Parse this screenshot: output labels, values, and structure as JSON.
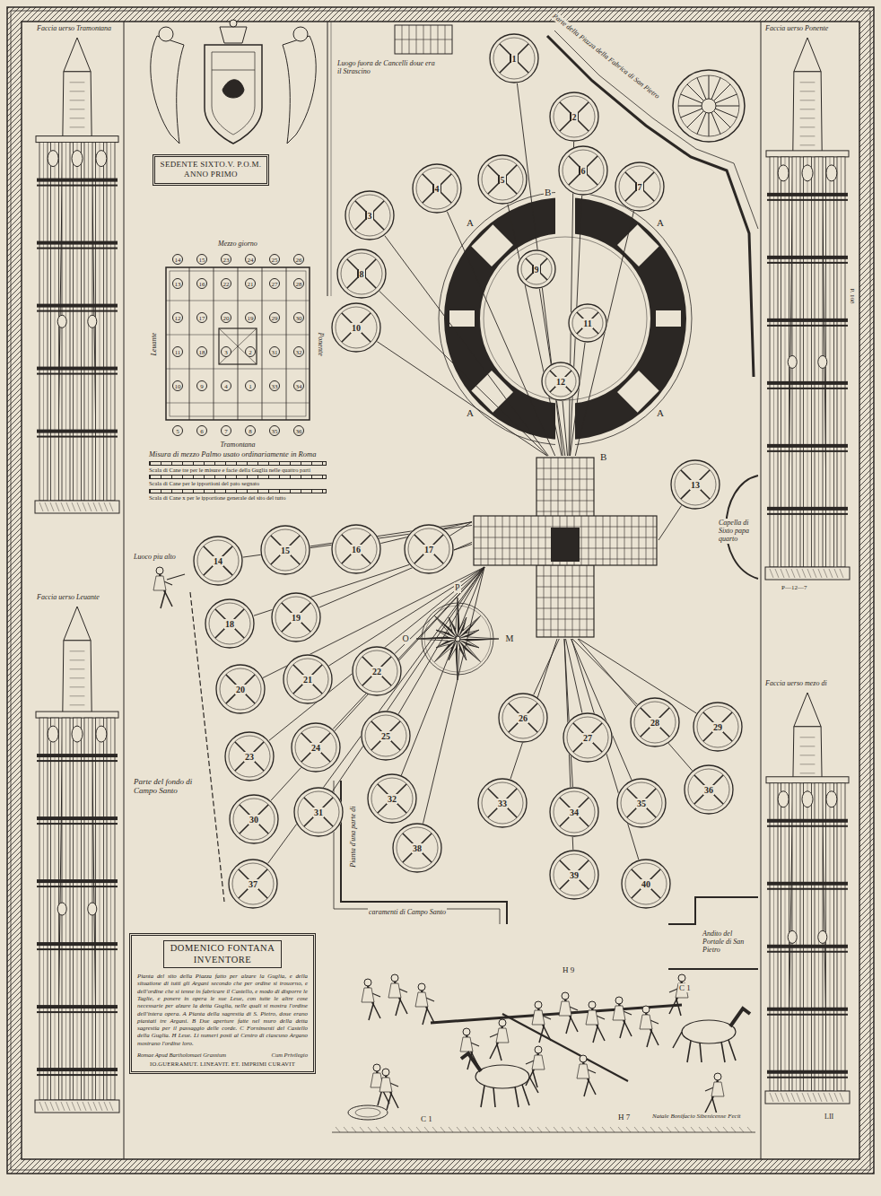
{
  "diagram": {
    "nodes": [
      {
        "text": [
          "SEDENTE SIXTO.V. P.O.M. ANNO PRIMO"
        ]
      },
      {
        "text": [
          "1"
        ]
      },
      {
        "text": [
          "2"
        ]
      },
      {
        "text": [
          "3"
        ]
      },
      {
        "text": [
          "4"
        ]
      },
      {
        "text": [
          "5"
        ]
      },
      {
        "text": [
          "6"
        ]
      },
      {
        "text": [
          "7"
        ]
      },
      {
        "text": [
          "8"
        ]
      },
      {
        "text": [
          "9"
        ]
      },
      {
        "text": [
          "10"
        ]
      },
      {
        "text": [
          "11"
        ]
      },
      {
        "text": [
          "12"
        ]
      },
      {
        "text": [
          "13"
        ]
      },
      {
        "text": [
          "14"
        ]
      },
      {
        "text": [
          "15"
        ]
      },
      {
        "text": [
          "16"
        ]
      },
      {
        "text": [
          "17"
        ]
      },
      {
        "text": [
          "18"
        ]
      },
      {
        "text": [
          "19"
        ]
      },
      {
        "text": [
          "20"
        ]
      },
      {
        "text": [
          "21"
        ]
      },
      {
        "text": [
          "22"
        ]
      },
      {
        "text": [
          "23"
        ]
      },
      {
        "text": [
          "24"
        ]
      },
      {
        "text": [
          "25"
        ]
      },
      {
        "text": [
          "26"
        ]
      },
      {
        "text": [
          "27"
        ]
      },
      {
        "text": [
          "28"
        ]
      },
      {
        "text": [
          "29"
        ]
      },
      {
        "text": [
          "30"
        ]
      },
      {
        "text": [
          "31"
        ]
      },
      {
        "text": [
          "32"
        ]
      },
      {
        "text": [
          "33"
        ]
      },
      {
        "text": [
          "34"
        ]
      },
      {
        "text": [
          "35"
        ]
      },
      {
        "text": [
          "36"
        ]
      },
      {
        "text": [
          "37"
        ]
      },
      {
        "text": [
          "38"
        ]
      },
      {
        "text": [
          "39"
        ]
      },
      {
        "text": [
          "40"
        ]
      },
      {
        "text": [
          "DOMENICO FONTANA INVENTORE",
          "Pianta del sito della Piazza fatto per alzare la Guglia, e della situatione di tutti gli Argani secondo che per ordine si trouorno, e dell'ordine che si tenne in fabricare il Castello, e modo di disporre le Taglie, e ponere in opera le sue Leue, con tutte le altre cose necessarie per alzare la detta Guglia, nelle quali si mostra l'ordine dell'intera opera. A Pianta della sagrestia di S. Pietro, doue erano piantati tre Argani. B Due aperture fatte nel muro della detta sagrestia per il passaggio delle corde. C Fornimenti del Castello della Guglia. H Leue. Li numeri posti al Centro di ciascuno Argano mostrano l'ordine loro.",
          "Romae Apud Bartholomaei Grassium",
          "Cum Privilegio",
          "IO.GUERRAMUT. LINEAVIT. ET. IMPRIMI CURAVIT"
        ]
      }
    ],
    "labels": [
      "Faccia uerso Tramontana",
      "Faccia uerso Ponente",
      "Faccia uerso Leuante",
      "Faccia uerso mezo di",
      "Luogo fuora de Cancelli doue era il Strascino",
      "Parte della Piazza della Fabrica di San Pietro",
      "A",
      "A",
      "A",
      "A",
      "B",
      "B",
      "Capella di Sixto papa quarto",
      "Luoco piu alto",
      "Parte del fondo di Campo Santo",
      "Pianta d'una parte di",
      "caramenti di Campo Santo",
      "Andito del Portale di San Pietro",
      "Mezzo giorno",
      "Leuante",
      "Ponente",
      "Tramontana",
      "Misura di mezzo Palmo usato ordinariamente in Roma",
      "Scala di Cane tre per le misure e facie della Guglia nelle quattro parti",
      "Scala di Cane per le ipportioni del pato segnato",
      "Scala di Cane x per le ipportione generale del sito del tutto",
      "P",
      "O",
      "M",
      "H 9",
      "C 1",
      "C 1",
      "H 7",
      "Natale Bonifacio Sibenicense Fecit",
      "LII",
      "P. 108",
      "P—12—7",
      "14",
      "15",
      "23",
      "24",
      "25",
      "26",
      "13",
      "16",
      "22",
      "21",
      "27",
      "28",
      "12",
      "17",
      "20",
      "19",
      "29",
      "30",
      "11",
      "18",
      "3",
      "2",
      "31",
      "32",
      "10",
      "9",
      "4",
      "1",
      "33",
      "34",
      "5",
      "6",
      "7",
      "8",
      "35",
      "36"
    ]
  }
}
